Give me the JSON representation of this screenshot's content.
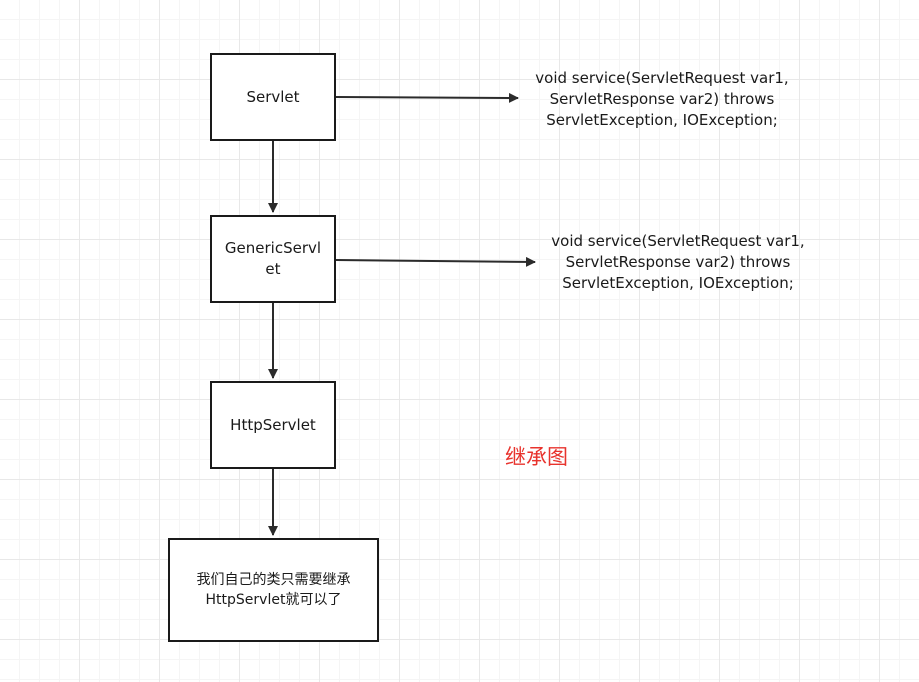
{
  "diagram": {
    "title": "继承图",
    "title_color": "#e8332d",
    "line_color": "#2b2b2b",
    "nodes": {
      "servlet": "Servlet",
      "generic_servlet": "GenericServl\net",
      "http_servlet": "HttpServlet",
      "own_class": "我们自己的类只需要继承\nHttpServlet就可以了"
    },
    "notes": {
      "servlet_method": "void service(ServletRequest var1,\nServletResponse var2) throws\nServletException, IOException;",
      "generic_servlet_method": "void service(ServletRequest var1,\nServletResponse var2) throws\nServletException, IOException;"
    }
  }
}
